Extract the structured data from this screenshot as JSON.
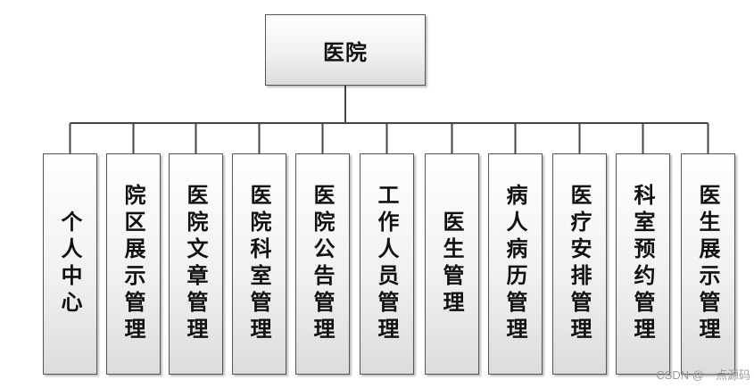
{
  "diagram": {
    "root": "医院",
    "children": [
      "个人中心",
      "院区展示管理",
      "医院文章管理",
      "医院科室管理",
      "医院公告管理",
      "工作人员管理",
      "医生管理",
      "病人病历管理",
      "医疗安排管理",
      "科室预约管理",
      "医生展示管理"
    ],
    "line_color": "#444444"
  },
  "watermark": "CSDN @一点源码"
}
